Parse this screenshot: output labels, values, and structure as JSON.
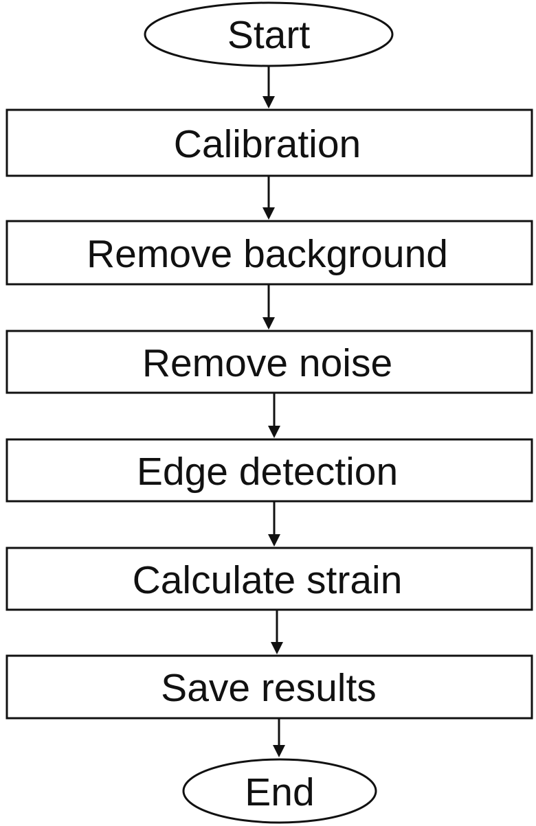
{
  "diagram": {
    "start_label": "Start",
    "end_label": "End",
    "steps": [
      {
        "label": "Calibration"
      },
      {
        "label": "Remove background"
      },
      {
        "label": "Remove noise"
      },
      {
        "label": "Edge detection"
      },
      {
        "label": "Calculate strain"
      },
      {
        "label": "Save results"
      }
    ],
    "colors": {
      "stroke": "#111111",
      "fill": "#ffffff",
      "text": "#111111"
    }
  }
}
